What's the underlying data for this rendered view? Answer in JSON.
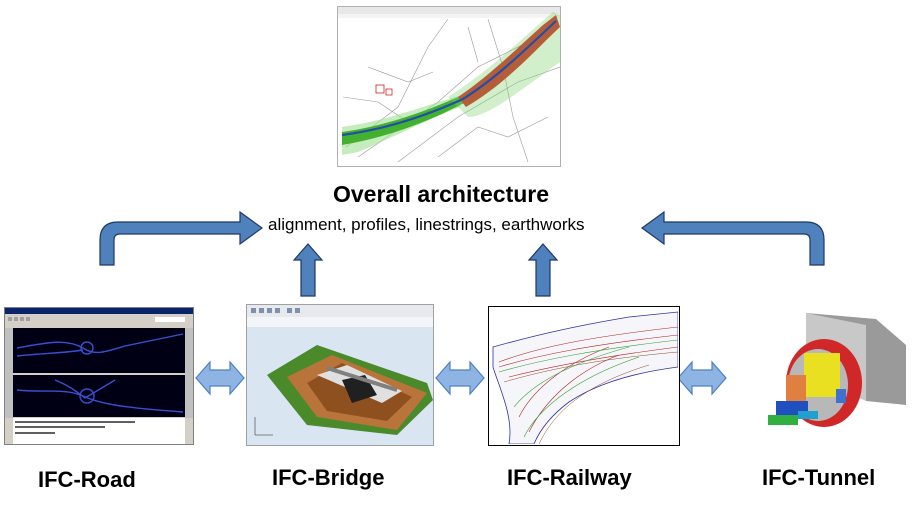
{
  "architecture": {
    "title": "Overall architecture",
    "subtitle": "alignment, profiles, linestrings, earthworks"
  },
  "domains": [
    {
      "key": "road",
      "label": "IFC-Road"
    },
    {
      "key": "bridge",
      "label": "IFC-Bridge"
    },
    {
      "key": "railway",
      "label": "IFC-Railway"
    },
    {
      "key": "tunnel",
      "label": "IFC-Tunnel"
    }
  ],
  "colors": {
    "arrow_fill": "#4f81bd",
    "arrow_stroke": "#1f3864",
    "double_arrow_fill": "#8eb4e3",
    "earthwork_green": "#44b030",
    "earthwork_red": "#d42020",
    "alignment_blue": "#1f4fa8"
  }
}
